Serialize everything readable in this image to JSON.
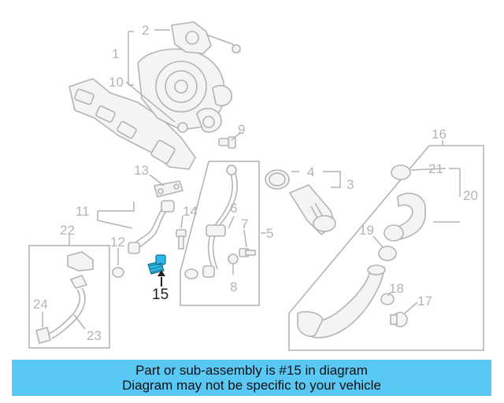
{
  "callouts": [
    "1",
    "2",
    "3",
    "4",
    "5",
    "6",
    "7",
    "8",
    "9",
    "10",
    "11",
    "12",
    "13",
    "14",
    "15",
    "16",
    "17",
    "18",
    "19",
    "20",
    "21",
    "22",
    "23",
    "24"
  ],
  "highlight": {
    "number": "15",
    "color": "#2ab9e8"
  },
  "banner": {
    "line1": "Part or sub-assembly is #15 in diagram",
    "line2": "Diagram may not be specific to your vehicle",
    "background": "#5ac8f5"
  },
  "colors": {
    "linework": "#b4b4b4",
    "highlight_text": "#222222"
  }
}
